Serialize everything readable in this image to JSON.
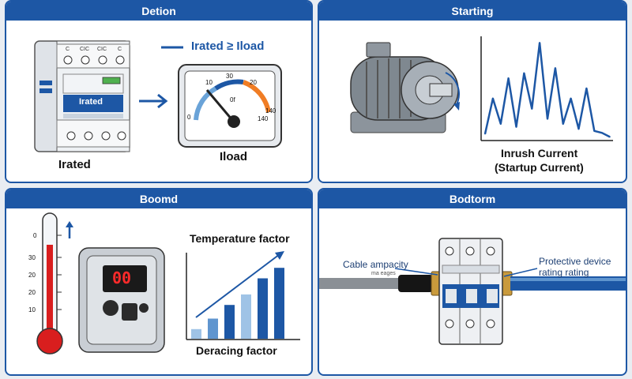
{
  "colors": {
    "accent": "#1d57a5",
    "orange": "#f07d24",
    "red": "#d91e1e",
    "light_blue": "#9fc3e6"
  },
  "panels": {
    "top_left": {
      "title": "Detion",
      "formula": "Irated ≥ Iload",
      "breaker_label": "Irated",
      "breaker_terminals": [
        "C",
        "CIC",
        "CIC",
        "C"
      ],
      "gauge_ticks": [
        "0",
        "10",
        "30",
        "20",
        "140",
        "0f",
        "140"
      ],
      "gauge_caption": "Iload"
    },
    "top_right": {
      "title": "Starting",
      "caption_line1": "Inrush Current",
      "caption_line2": "(Startup Current)"
    },
    "bottom_left": {
      "title": "Boomd",
      "thermo_ticks": [
        "0",
        "30",
        "20",
        "20",
        "10"
      ],
      "display_value": "00",
      "chart_title": "Temperature factor",
      "chart_caption": "Deracing factor"
    },
    "bottom_right": {
      "title": "Bodtorm",
      "cable_label": "Cable ampacity",
      "cable_sublabel": "ma eages",
      "device_label_line1": "Protective device",
      "device_label_line2": "rating rating"
    }
  },
  "chart_data": [
    {
      "type": "line",
      "x": [
        1,
        2,
        3,
        4,
        5,
        6,
        7,
        8,
        9,
        10,
        11,
        12,
        13,
        14,
        15,
        16,
        17
      ],
      "values": [
        5,
        40,
        15,
        60,
        12,
        65,
        30,
        95,
        20,
        70,
        15,
        40,
        10,
        50,
        8,
        6,
        2
      ],
      "title": "",
      "xlabel": "",
      "ylabel": ""
    },
    {
      "type": "bar",
      "categories": [
        "1",
        "2",
        "3",
        "4",
        "5",
        "6"
      ],
      "values": [
        12,
        25,
        42,
        55,
        75,
        88
      ],
      "colors": [
        "#9fc3e6",
        "#5f95cf",
        "#1d57a5",
        "#9fc3e6",
        "#1d57a5",
        "#1d57a5"
      ],
      "trend": "increasing",
      "title": "Temperature factor",
      "xlabel": "Deracing factor"
    }
  ]
}
